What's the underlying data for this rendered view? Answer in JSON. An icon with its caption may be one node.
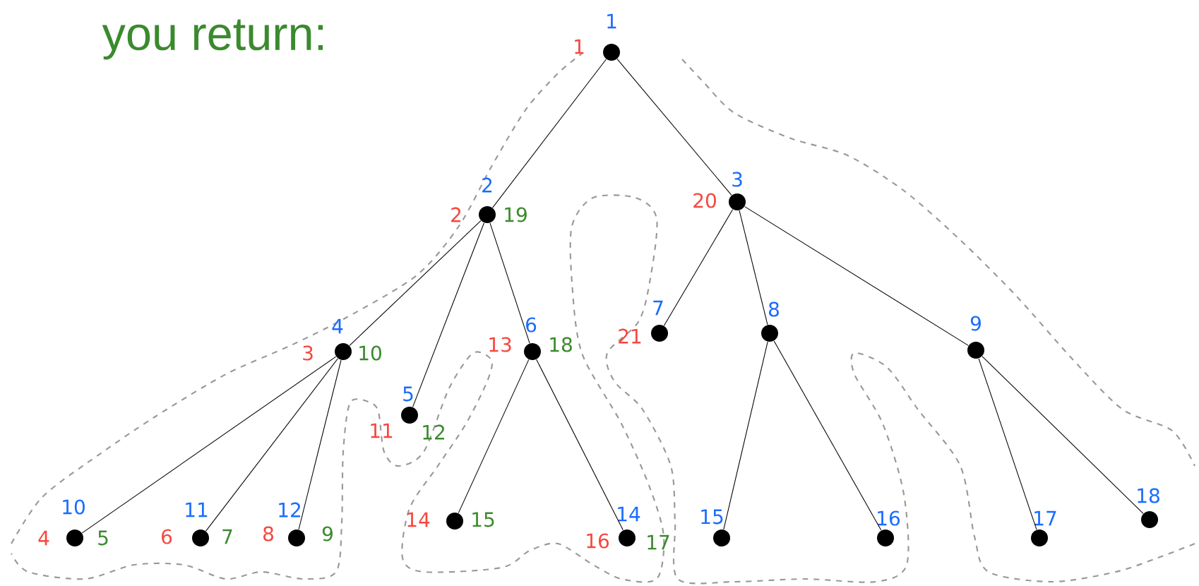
{
  "diagram": {
    "nodes": [
      {
        "text": [
          "1"
        ],
        "beside": [
          "1"
        ]
      },
      {
        "text": [
          "2"
        ],
        "beside": [
          "2",
          "19"
        ]
      },
      {
        "text": [
          "3"
        ],
        "beside": [
          "20"
        ]
      },
      {
        "text": [
          "4"
        ],
        "beside": [
          "3",
          "10"
        ]
      },
      {
        "text": [
          "5"
        ],
        "beside": [
          "11",
          "12"
        ]
      },
      {
        "text": [
          "6"
        ],
        "beside": [
          "13",
          "18"
        ]
      },
      {
        "text": [
          "7"
        ],
        "beside": [
          "21"
        ]
      },
      {
        "text": [
          "8"
        ]
      },
      {
        "text": [
          "9"
        ]
      },
      {
        "text": [
          "10"
        ],
        "beside": [
          "4",
          "5"
        ]
      },
      {
        "text": [
          "11"
        ],
        "beside": [
          "6",
          "7"
        ]
      },
      {
        "text": [
          "12"
        ],
        "beside": [
          "8",
          "9"
        ]
      },
      {
        "text": [],
        "shape": "circle",
        "beside": [
          "14",
          "15"
        ]
      },
      {
        "text": [
          "14"
        ],
        "beside": [
          "16",
          "17"
        ]
      },
      {
        "text": [
          "15"
        ]
      },
      {
        "text": [
          "16"
        ]
      },
      {
        "text": [
          "17"
        ]
      },
      {
        "text": [
          "18"
        ]
      }
    ],
    "edges": [
      {
        "from": 0,
        "to": 1,
        "arrow": "none"
      },
      {
        "from": 0,
        "to": 2,
        "arrow": "none"
      },
      {
        "from": 1,
        "to": 3,
        "arrow": "none"
      },
      {
        "from": 1,
        "to": 4,
        "arrow": "none"
      },
      {
        "from": 1,
        "to": 5,
        "arrow": "none"
      },
      {
        "from": 2,
        "to": 6,
        "arrow": "none"
      },
      {
        "from": 2,
        "to": 7,
        "arrow": "none"
      },
      {
        "from": 2,
        "to": 8,
        "arrow": "none"
      },
      {
        "from": 3,
        "to": 9,
        "arrow": "none"
      },
      {
        "from": 3,
        "to": 10,
        "arrow": "none"
      },
      {
        "from": 3,
        "to": 11,
        "arrow": "none"
      },
      {
        "from": 5,
        "to": 12,
        "arrow": "none"
      },
      {
        "from": 5,
        "to": 13,
        "arrow": "none"
      },
      {
        "from": 7,
        "to": 14,
        "arrow": "none"
      },
      {
        "from": 7,
        "to": 15,
        "arrow": "none"
      },
      {
        "from": 8,
        "to": 16,
        "arrow": "none"
      },
      {
        "from": 8,
        "to": 17,
        "arrow": "none"
      }
    ],
    "labels": [
      "you return:"
    ]
  }
}
